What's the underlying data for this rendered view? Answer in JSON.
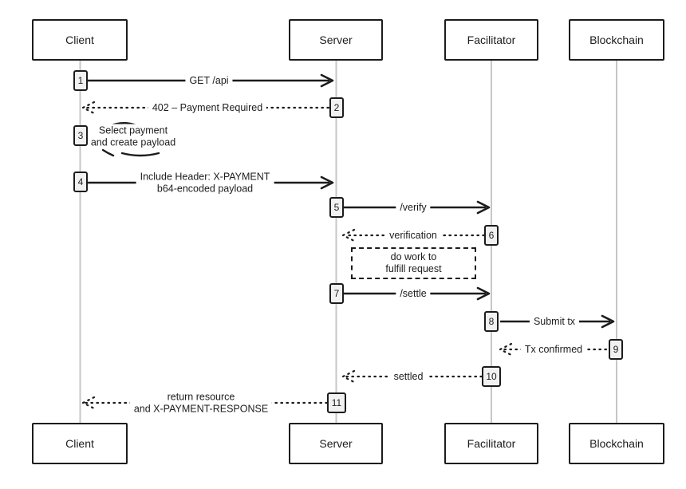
{
  "diagram": {
    "type": "sequence-diagram",
    "colors": {
      "line": "#1c1c1c",
      "lifeline": "#c6c6c6",
      "activation_fill": "#f1f1f1",
      "background": "#ffffff"
    }
  },
  "actors": [
    {
      "label": "Client"
    },
    {
      "label": "Server"
    },
    {
      "label": "Facilitator"
    },
    {
      "label": "Blockchain"
    }
  ],
  "messages": [
    {
      "num": "1",
      "line1": "GET /api",
      "from": "Client",
      "to": "Server",
      "style": "solid"
    },
    {
      "num": "2",
      "line1": "402 – Payment Required",
      "from": "Server",
      "to": "Client",
      "style": "dotted"
    },
    {
      "num": "3",
      "line1": "Select payment",
      "line2": "and create payload",
      "from": "Client",
      "to": "Client",
      "style": "note"
    },
    {
      "num": "4",
      "line1": "Include Header: X-PAYMENT",
      "line2": "b64-encoded payload",
      "from": "Client",
      "to": "Server",
      "style": "solid"
    },
    {
      "num": "5",
      "line1": "/verify",
      "from": "Server",
      "to": "Facilitator",
      "style": "solid"
    },
    {
      "num": "6",
      "line1": "verification",
      "from": "Facilitator",
      "to": "Server",
      "style": "dotted"
    },
    {
      "num": "7",
      "line1": "/settle",
      "from": "Server",
      "to": "Facilitator",
      "style": "solid"
    },
    {
      "num": "8",
      "line1": "Submit tx",
      "from": "Facilitator",
      "to": "Blockchain",
      "style": "solid"
    },
    {
      "num": "9",
      "line1": "Tx confirmed",
      "from": "Blockchain",
      "to": "Facilitator",
      "style": "dotted"
    },
    {
      "num": "10",
      "line1": "settled",
      "from": "Facilitator",
      "to": "Server",
      "style": "dotted"
    },
    {
      "num": "11",
      "line1": "return resource",
      "line2": "and X-PAYMENT-RESPONSE",
      "from": "Server",
      "to": "Client",
      "style": "dotted"
    }
  ],
  "work_note": {
    "line1": "do work to",
    "line2": "fulfill request"
  }
}
